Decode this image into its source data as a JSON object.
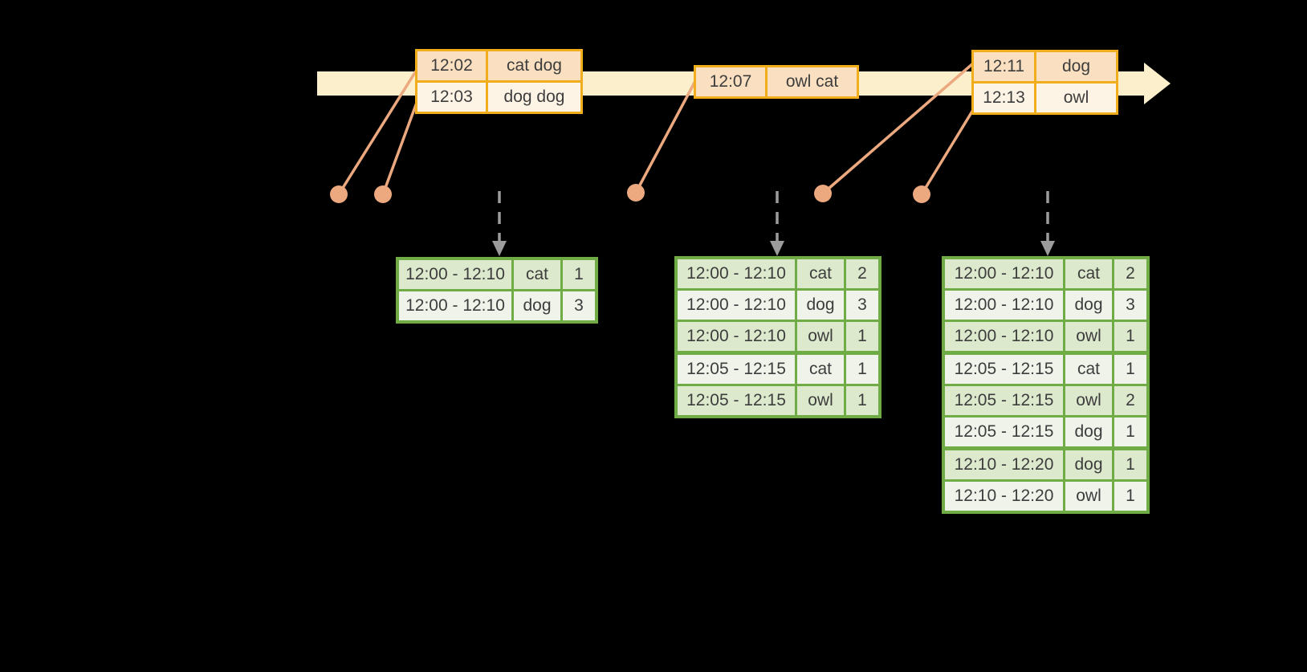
{
  "colors": {
    "background": "#000000",
    "timeline_fill": "#FCF0CC",
    "event_border": "#F1AE1C",
    "event_row_peach": "#FAE0C0",
    "event_row_cream": "#FDF4E5",
    "marker": "#ECA87E",
    "result_border": "#6FAC45",
    "result_row_green": "#DCE9CC",
    "result_row_white": "#EFF3EA",
    "trigger_arrow": "#9C9C9C",
    "text": "#3D3D3D"
  },
  "icons": {
    "timeline": "right-arrow-band",
    "event_marker": "dot-with-leader-line",
    "trigger": "dashed-down-arrow"
  },
  "event_tables": [
    {
      "rows": [
        {
          "time": "12:02",
          "words": "cat dog"
        },
        {
          "time": "12:03",
          "words": "dog dog"
        }
      ]
    },
    {
      "rows": [
        {
          "time": "12:07",
          "words": "owl cat"
        }
      ]
    },
    {
      "rows": [
        {
          "time": "12:11",
          "words": "dog"
        },
        {
          "time": "12:13",
          "words": "owl"
        }
      ]
    }
  ],
  "result_tables": [
    {
      "rows": [
        {
          "window": "12:00 - 12:10",
          "word": "cat",
          "count": "1"
        },
        {
          "window": "12:00 - 12:10",
          "word": "dog",
          "count": "3"
        }
      ]
    },
    {
      "rows": [
        {
          "window": "12:00 - 12:10",
          "word": "cat",
          "count": "2"
        },
        {
          "window": "12:00 - 12:10",
          "word": "dog",
          "count": "3"
        },
        {
          "window": "12:00 - 12:10",
          "word": "owl",
          "count": "1"
        },
        {
          "window": "12:05 - 12:15",
          "word": "cat",
          "count": "1"
        },
        {
          "window": "12:05 - 12:15",
          "word": "owl",
          "count": "1"
        }
      ]
    },
    {
      "rows": [
        {
          "window": "12:00 - 12:10",
          "word": "cat",
          "count": "2"
        },
        {
          "window": "12:00 - 12:10",
          "word": "dog",
          "count": "3"
        },
        {
          "window": "12:00 - 12:10",
          "word": "owl",
          "count": "1"
        },
        {
          "window": "12:05 - 12:15",
          "word": "cat",
          "count": "1"
        },
        {
          "window": "12:05 - 12:15",
          "word": "owl",
          "count": "2"
        },
        {
          "window": "12:05 - 12:15",
          "word": "dog",
          "count": "1"
        },
        {
          "window": "12:10 - 12:20",
          "word": "dog",
          "count": "1"
        },
        {
          "window": "12:10 - 12:20",
          "word": "owl",
          "count": "1"
        }
      ]
    }
  ]
}
